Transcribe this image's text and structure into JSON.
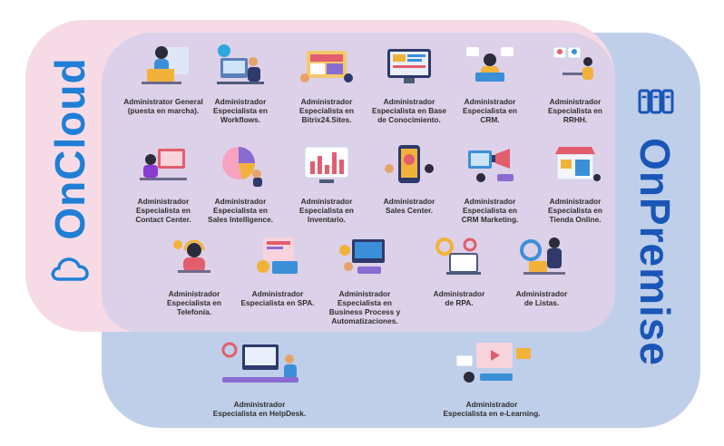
{
  "labels": {
    "oncloud": "OnCloud",
    "onpremise": "OnPremise"
  },
  "icons": {
    "cloud": "cloud-icon",
    "server": "server-stack-icon"
  },
  "colors": {
    "oncloud_panel": "#f6dbe6",
    "onpremise_panel": "#bfcfe9",
    "overlap": "#dcd1e8",
    "label_blue": "#1f7fd6",
    "label_dark_blue": "#1a56b7"
  },
  "cards": [
    {
      "id": "general",
      "line1": "Administrator General",
      "line2": "(puesta en marcha).",
      "line3": ""
    },
    {
      "id": "workflows",
      "line1": "Administrador",
      "line2": "Especialista en",
      "line3": "Workflows."
    },
    {
      "id": "sites",
      "line1": "Administrador",
      "line2": "Especialista en",
      "line3": "Bitrix24.Sites."
    },
    {
      "id": "conocimiento",
      "line1": "Administrador",
      "line2": "Especialista en Base",
      "line3": "de Conocimiento."
    },
    {
      "id": "crm",
      "line1": "Administrador",
      "line2": "Especialista en",
      "line3": "CRM."
    },
    {
      "id": "rrhh",
      "line1": "Administrador",
      "line2": "Especialista en",
      "line3": "RRHH."
    },
    {
      "id": "contact",
      "line1": "Administrador",
      "line2": "Especialista en",
      "line3": "Contact Center."
    },
    {
      "id": "sales-intel",
      "line1": "Administrador",
      "line2": "Especialista en",
      "line3": "Sales Intelligence."
    },
    {
      "id": "inventario",
      "line1": "Administrador",
      "line2": "Especialista en",
      "line3": "Inventario."
    },
    {
      "id": "sales-center",
      "line1": "Administrador",
      "line2": "Sales Center.",
      "line3": ""
    },
    {
      "id": "crm-marketing",
      "line1": "Administrador",
      "line2": "Especialista en",
      "line3": "CRM Marketing."
    },
    {
      "id": "tienda",
      "line1": "Administrador",
      "line2": "Especialista en",
      "line3": "Tienda Online."
    },
    {
      "id": "telefonia",
      "line1": "Administrador",
      "line2": "Especialista en",
      "line3": "Telefonía."
    },
    {
      "id": "spa",
      "line1": "Administrador",
      "line2": "Especialista en SPA.",
      "line3": ""
    },
    {
      "id": "bpa",
      "line1": "Administrador",
      "line2": "Especialista en",
      "line3": "Business Process y",
      "line4": "Automatizaciones."
    },
    {
      "id": "rpa",
      "line1": "Administrador",
      "line2": "de RPA.",
      "line3": ""
    },
    {
      "id": "listas",
      "line1": "Administrador",
      "line2": "de Listas.",
      "line3": ""
    },
    {
      "id": "helpdesk",
      "line1": "Administrador",
      "line2": "Especialista en HelpDesk.",
      "line3": ""
    },
    {
      "id": "elearning",
      "line1": "Administrador",
      "line2": "Especialista en e-Learning.",
      "line3": ""
    }
  ]
}
